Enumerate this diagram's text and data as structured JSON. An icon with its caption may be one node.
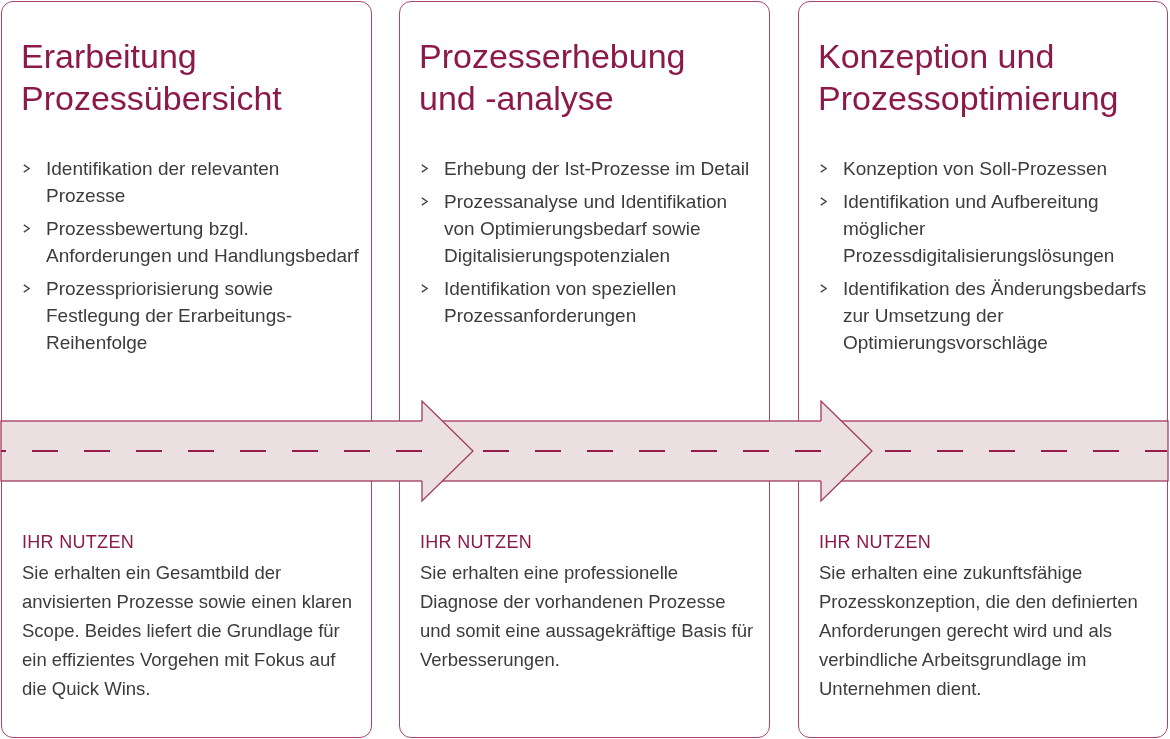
{
  "diagram": {
    "nodes": [
      {
        "text": [
          "Erarbeitung Prozessübersicht",
          "Identifikation der relevanten Prozesse",
          "Prozessbewertung bzgl. Anforderungen und Handlungsbedarf",
          "Prozesspriorisierung sowie Festlegung der Erarbeitungs-Reihenfolge",
          "IHR NUTZEN",
          "Sie erhalten ein Gesamtbild der anvisierten Prozesse sowie einen klaren Scope. Beides liefert die Grundlage für ein effizientes Vorgehen mit Fokus auf die Quick Wins."
        ]
      },
      {
        "text": [
          "Prozesserhebung und -analyse",
          "Erhebung der Ist-Prozesse im Detail",
          "Prozessanalyse und Identifikation von Optimierungsbedarf sowie Digitalisierungspotenzialen",
          "Identifikation von speziellen Prozessanforderungen",
          "IHR NUTZEN",
          "Sie erhalten eine professionelle Diagnose der vorhandenen Prozesse und somit eine aussagekräftige Basis für Verbesserungen."
        ]
      },
      {
        "text": [
          "Konzeption und Prozessoptimierung",
          "Konzeption von Soll-Prozessen",
          "Identifikation und Aufbereitung möglicher Prozessdigitalisierungslösungen",
          "Identifikation des Änderungsbedarfs zur Umsetzung der Optimierungsvorschläge",
          "IHR NUTZEN",
          "Sie erhalten eine zukunftsfähige Prozesskonzeption, die den definierten Anforderungen gerecht wird und als verbindliche Arbeitsgrundlage im Unternehmen dient."
        ]
      }
    ],
    "edges": [
      {
        "from": 0,
        "to": 1,
        "arrow": "to",
        "style": "dashed"
      },
      {
        "from": 1,
        "to": 2,
        "arrow": "to",
        "style": "dashed"
      }
    ]
  }
}
